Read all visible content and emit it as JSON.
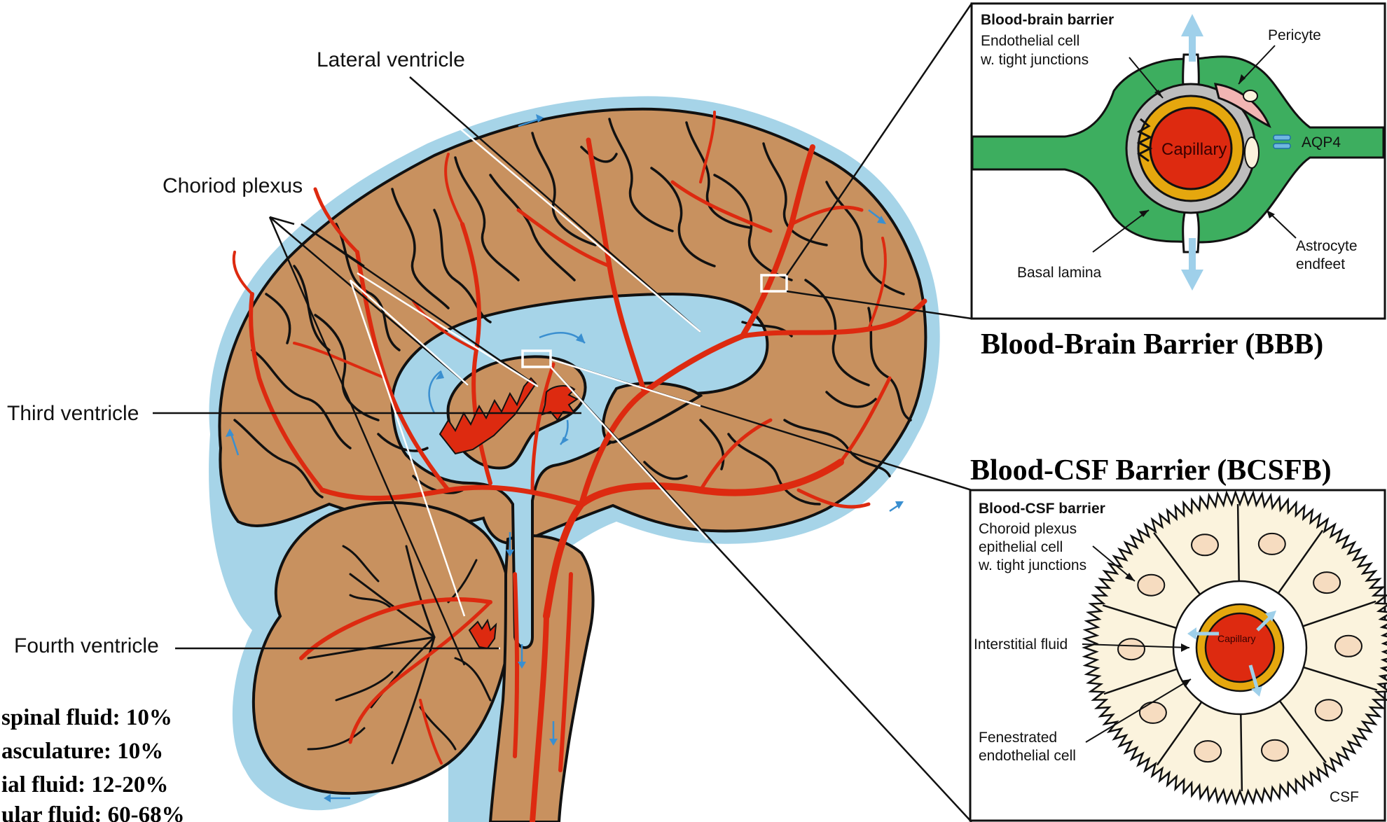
{
  "labels": {
    "lateral_ventricle": "Lateral ventricle",
    "choroid_plexus": "Choriod plexus",
    "third_ventricle": "Third ventricle",
    "fourth_ventricle": "Fourth ventricle"
  },
  "titles": {
    "bbb": "Blood-Brain Barrier (BBB)",
    "bcsfb": "Blood-CSF Barrier (BCSFB)"
  },
  "stats": [
    "spinal fluid: 10%",
    "asculature: 10%",
    "ial fluid: 12-20%",
    "ular fluid: 60-68%"
  ],
  "bbb_panel": {
    "heading": "Blood-brain barrier",
    "endothelial_line1": "Endothelial cell",
    "endothelial_line2": "w. tight junctions",
    "pericyte": "Pericyte",
    "capillary": "Capillary",
    "aqp4": "AQP4",
    "astrocyte_line1": "Astrocyte",
    "astrocyte_line2": "endfeet",
    "basal_lamina": "Basal lamina"
  },
  "bcsfb_panel": {
    "heading": "Blood-CSF barrier",
    "choroid_line1": "Choroid plexus",
    "choroid_line2": "epithelial cell",
    "choroid_line3": "w. tight junctions",
    "interstitial": "Interstitial fluid",
    "capillary": "Capillary",
    "fenestrated_line1": "Fenestrated",
    "fenestrated_line2": "endothelial cell",
    "csf": "CSF"
  },
  "colors": {
    "brain_tissue": "#c8915f",
    "csf_blue": "#a6d4e8",
    "vessel_red": "#dd2a10",
    "astrocyte_green": "#3dae5f",
    "basal_yellow": "#e5a70e",
    "pericyte_pink": "#f1b5b3",
    "epithelial_cream": "#fbf3dd"
  }
}
